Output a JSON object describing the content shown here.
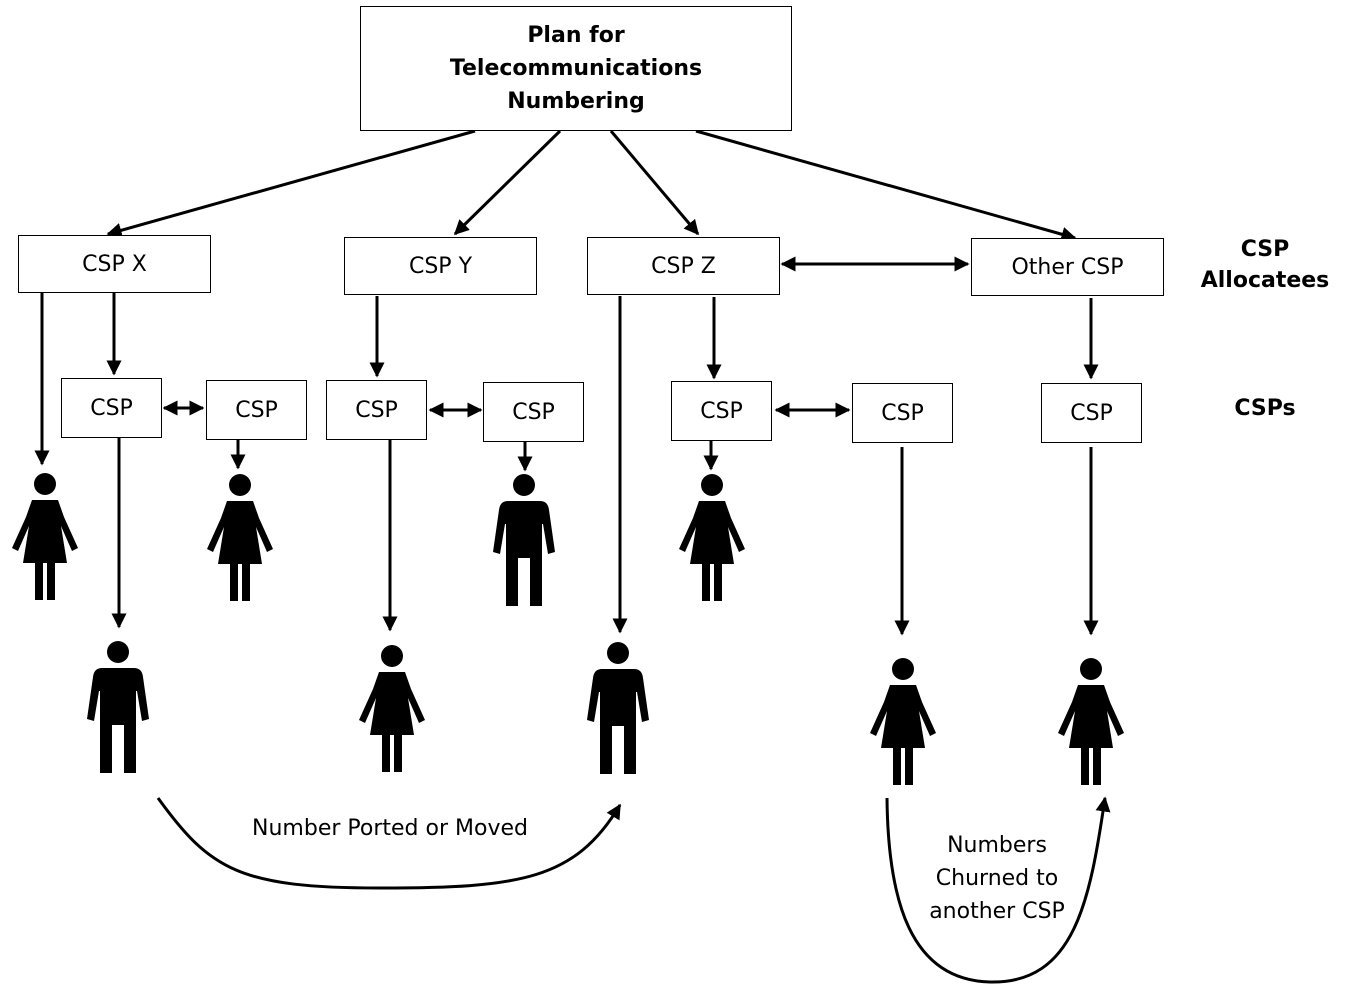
{
  "top": {
    "title_lines": [
      "Plan for",
      "Telecommunications",
      "Numbering"
    ]
  },
  "allocatees": [
    {
      "label": "CSP X"
    },
    {
      "label": "CSP Y"
    },
    {
      "label": "CSP Z"
    },
    {
      "label": "Other CSP"
    }
  ],
  "csps": [
    {
      "label": "CSP"
    },
    {
      "label": "CSP"
    },
    {
      "label": "CSP"
    },
    {
      "label": "CSP"
    },
    {
      "label": "CSP"
    },
    {
      "label": "CSP"
    },
    {
      "label": "CSP"
    }
  ],
  "side_labels": {
    "allocatees_line1": "CSP",
    "allocatees_line2": "Allocatees",
    "csps": "CSPs"
  },
  "annotations": {
    "ported": "Number Ported or Moved",
    "churned_lines": [
      "Numbers",
      "Churned to",
      "another CSP"
    ]
  },
  "icons": {
    "male": "person-male-icon",
    "female": "person-female-icon"
  },
  "colors": {
    "stroke": "#000000",
    "fill": "#ffffff"
  }
}
